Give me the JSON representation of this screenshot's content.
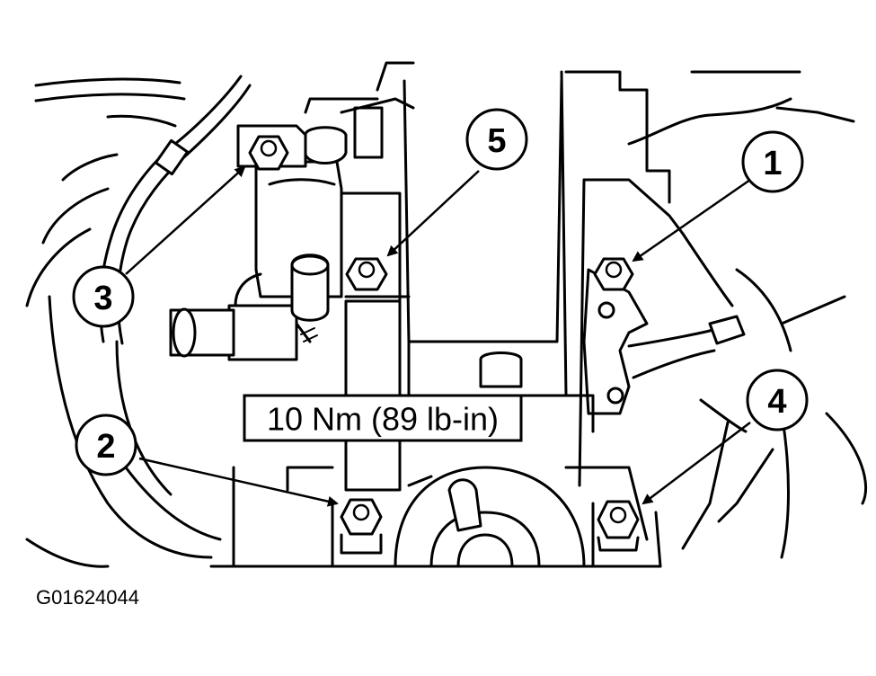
{
  "torque_spec": "10 Nm (89 lb-in)",
  "figure_id": "G01624044",
  "callouts": [
    "1",
    "2",
    "3",
    "4",
    "5"
  ]
}
